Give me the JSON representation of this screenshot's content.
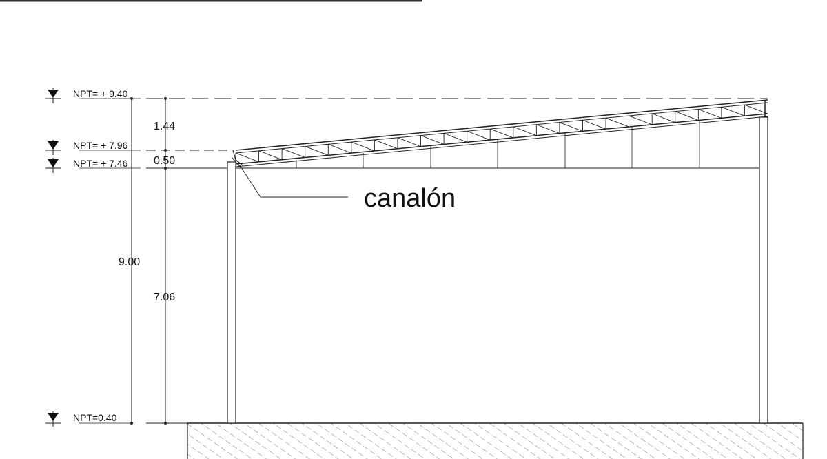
{
  "levels": [
    {
      "label": "NPT= + 9.40"
    },
    {
      "label": "NPT= + 7.96"
    },
    {
      "label": "NPT= + 7.46"
    },
    {
      "label": "NPT=0.40"
    }
  ],
  "dimensions": {
    "outer": [
      "1.44",
      "0.50",
      "9.00"
    ],
    "inner": "7.06"
  },
  "callout": {
    "label": "canalón"
  }
}
